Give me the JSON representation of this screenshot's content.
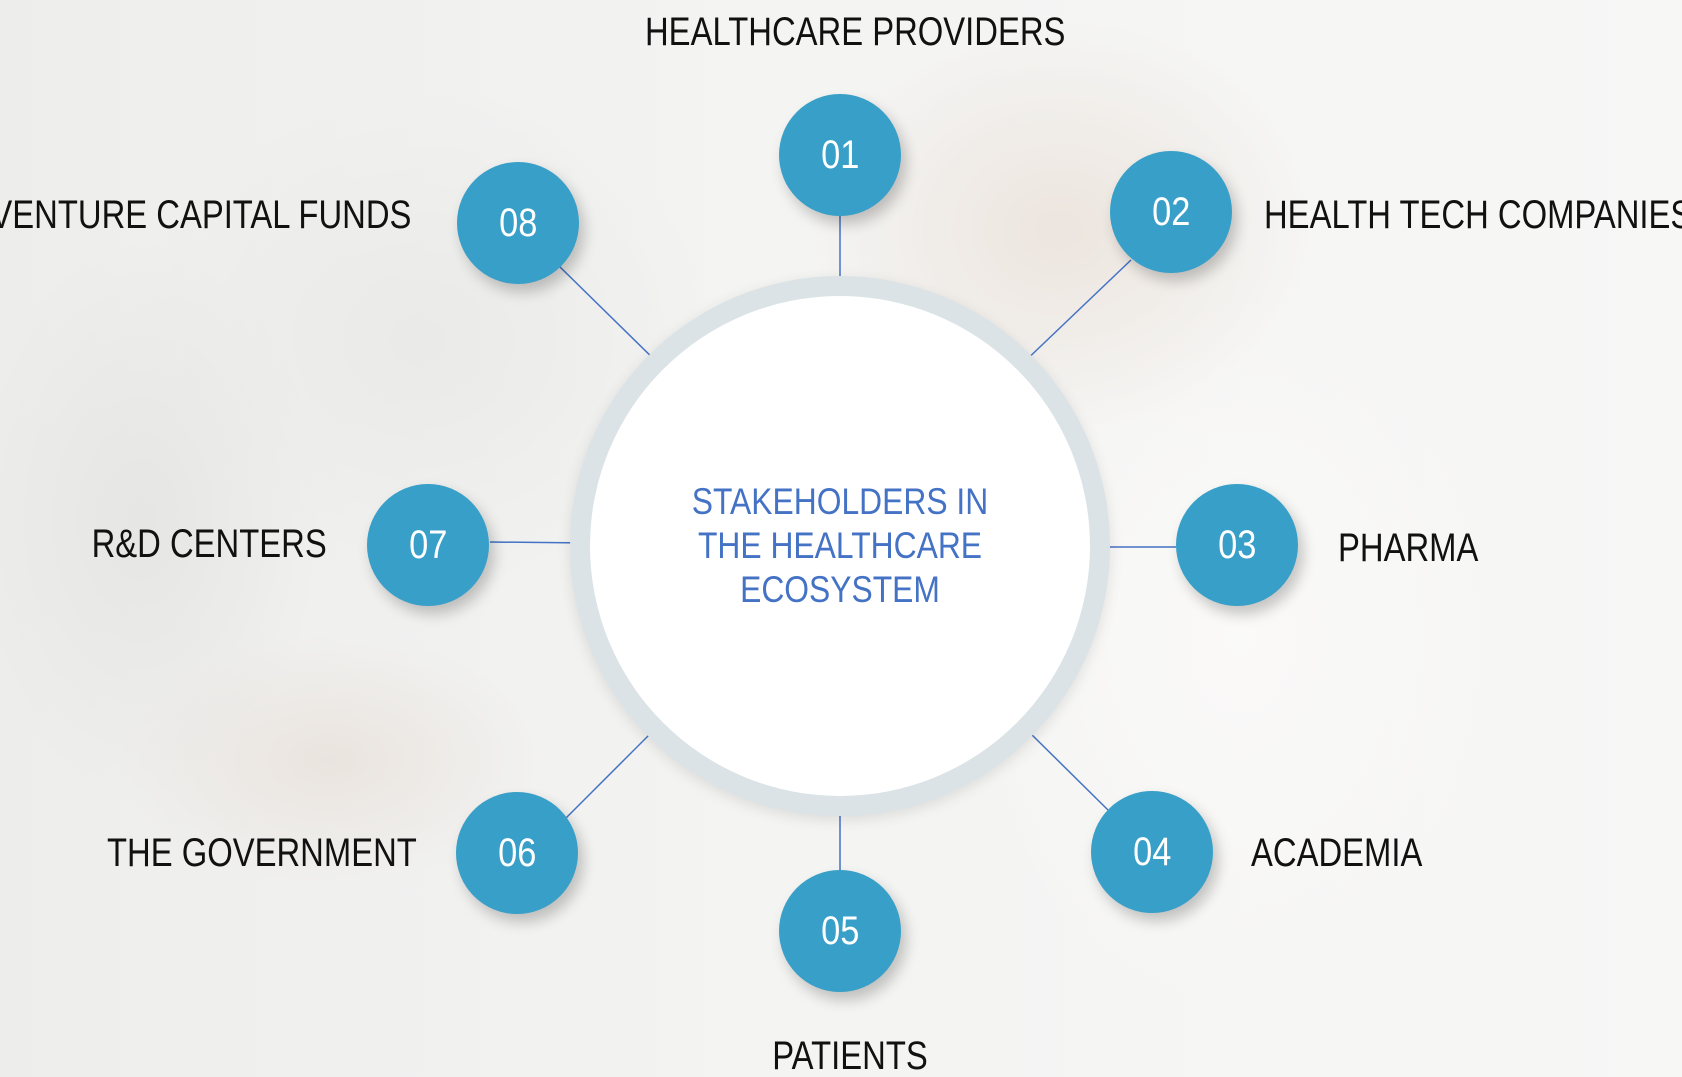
{
  "diagram": {
    "center_title": "STAKEHOLDERS IN THE HEALTHCARE ECOSYSTEM",
    "nodes": [
      {
        "number": "01",
        "label": "HEALTHCARE PROVIDERS"
      },
      {
        "number": "02",
        "label": "HEALTH TECH COMPANIES"
      },
      {
        "number": "03",
        "label": "PHARMA"
      },
      {
        "number": "04",
        "label": "ACADEMIA"
      },
      {
        "number": "05",
        "label": "PATIENTS"
      },
      {
        "number": "06",
        "label": "THE GOVERNMENT"
      },
      {
        "number": "07",
        "label": "R&D CENTERS"
      },
      {
        "number": "08",
        "label": "VENTURE CAPITAL FUNDS"
      }
    ]
  },
  "colors": {
    "node_fill": "#389fc8",
    "center_text": "#4472c4",
    "connector": "#4472c4"
  }
}
